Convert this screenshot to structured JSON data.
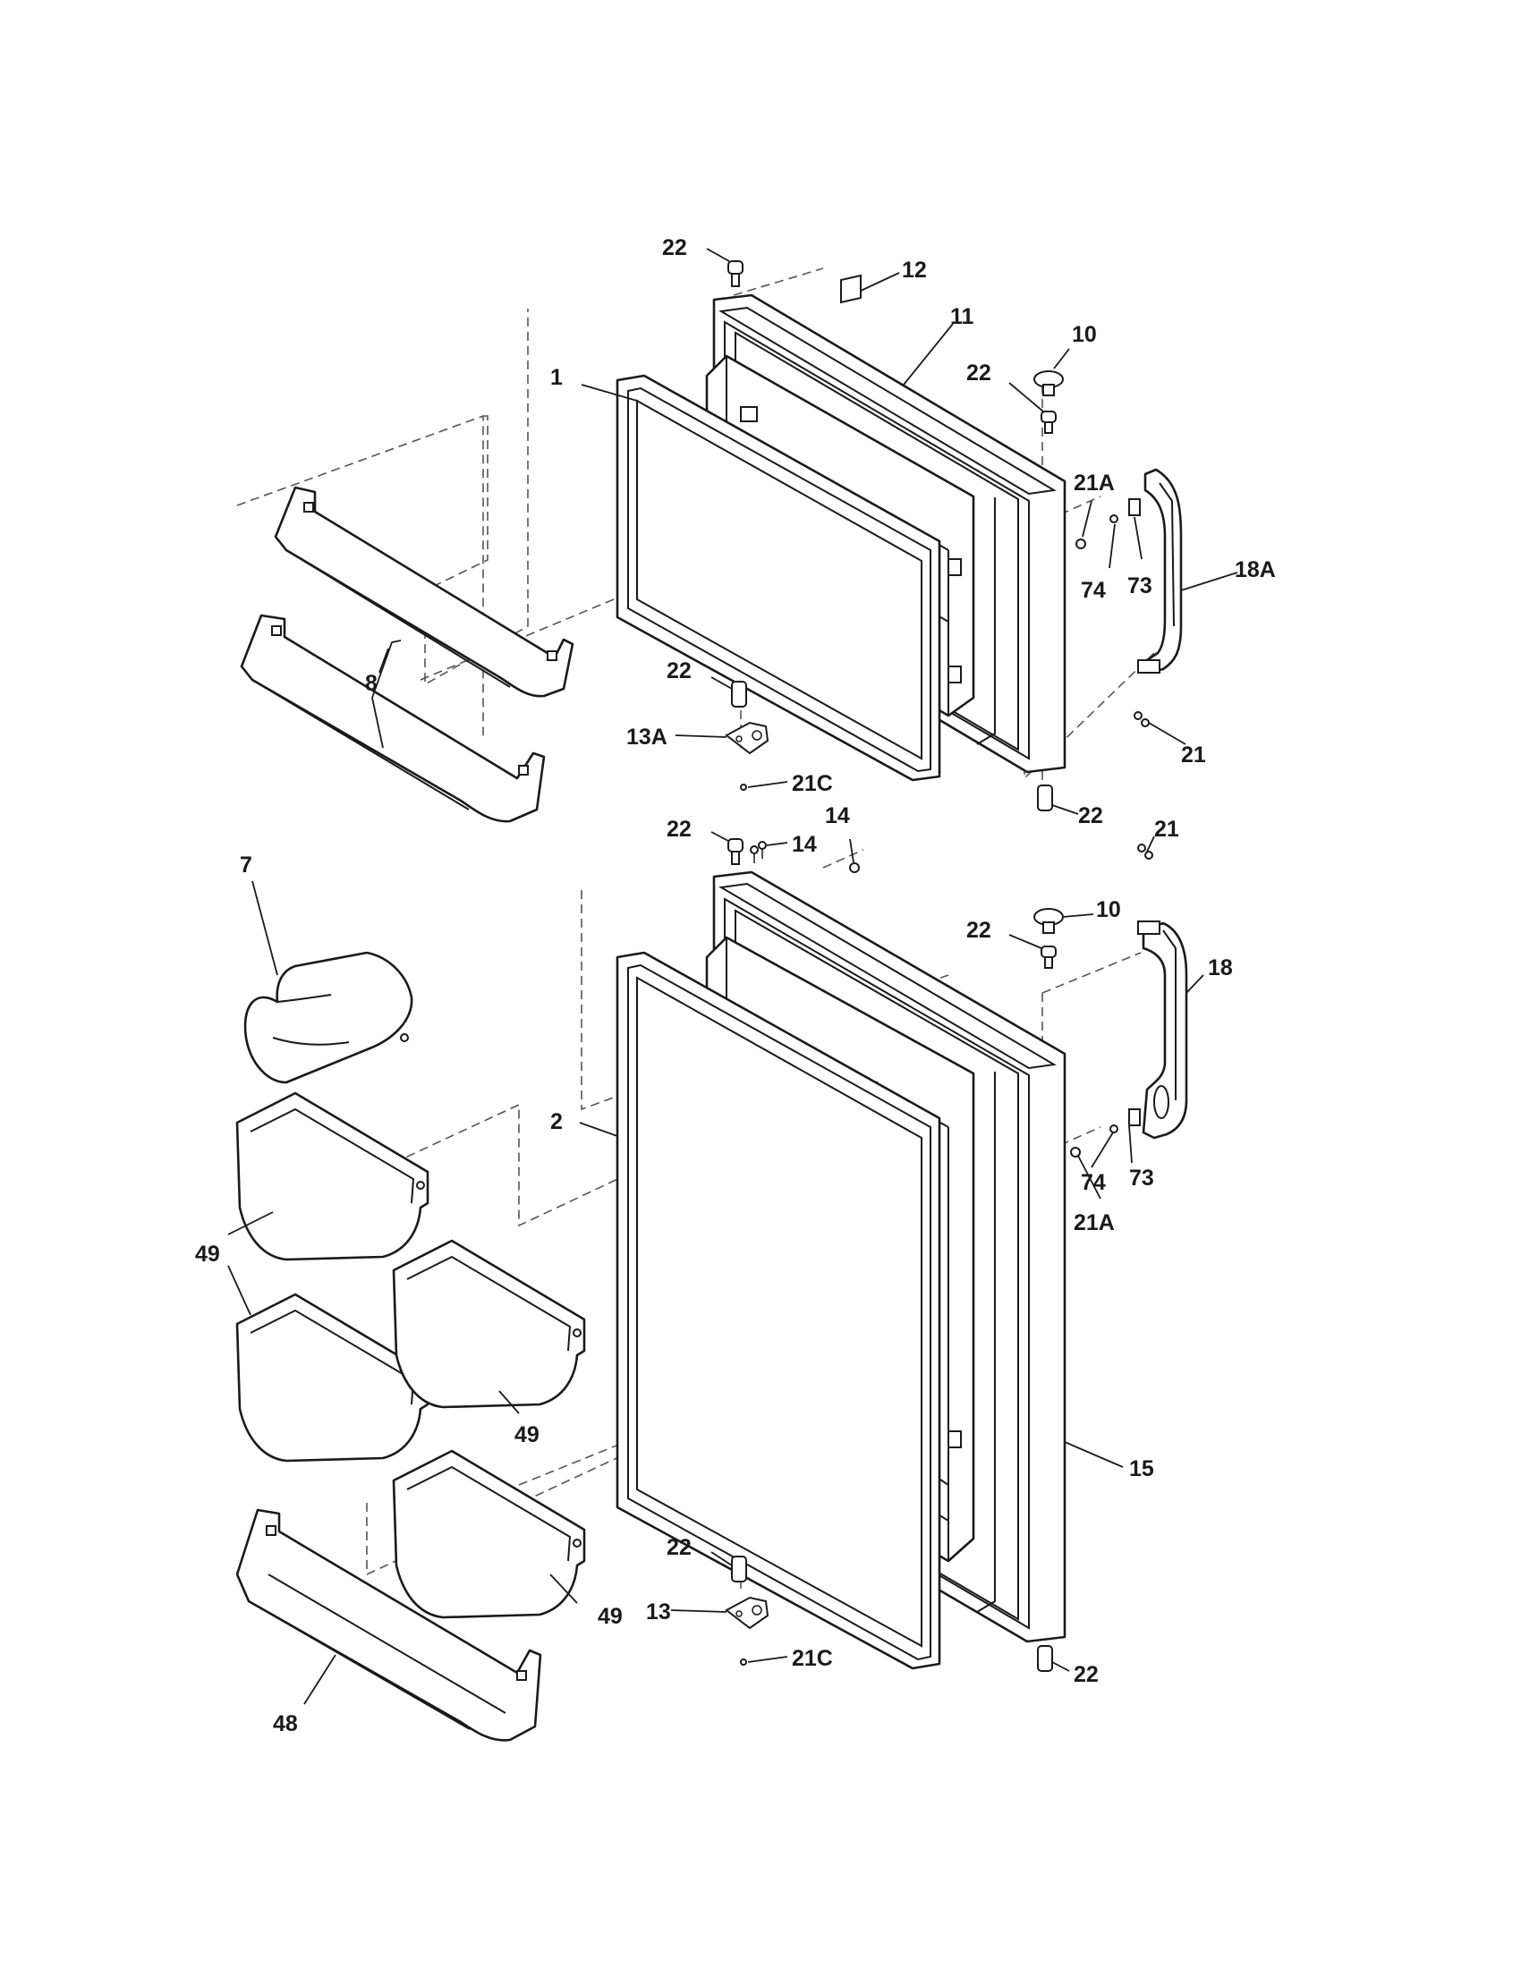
{
  "callouts": {
    "c1": "1",
    "c2": "2",
    "c7": "7",
    "c8": "8",
    "c10_top": "10",
    "c10_bottom": "10",
    "c11": "11",
    "c12": "12",
    "c13": "13",
    "c13a": "13A",
    "c14_a": "14",
    "c14_b": "14",
    "c15": "15",
    "c18": "18",
    "c18a": "18A",
    "c21_top": "21",
    "c21_bottom": "21",
    "c21a_top": "21A",
    "c21a_bottom": "21A",
    "c21c_top": "21C",
    "c21c_bottom": "21C",
    "c22_1": "22",
    "c22_2": "22",
    "c22_3": "22",
    "c22_4": "22",
    "c22_5": "22",
    "c22_6": "22",
    "c22_7": "22",
    "c22_8": "22",
    "c48": "48",
    "c49_1": "49",
    "c49_2": "49",
    "c49_3": "49",
    "c73_top": "73",
    "c73_bottom": "73",
    "c74_top": "74",
    "c74_bottom": "74"
  }
}
